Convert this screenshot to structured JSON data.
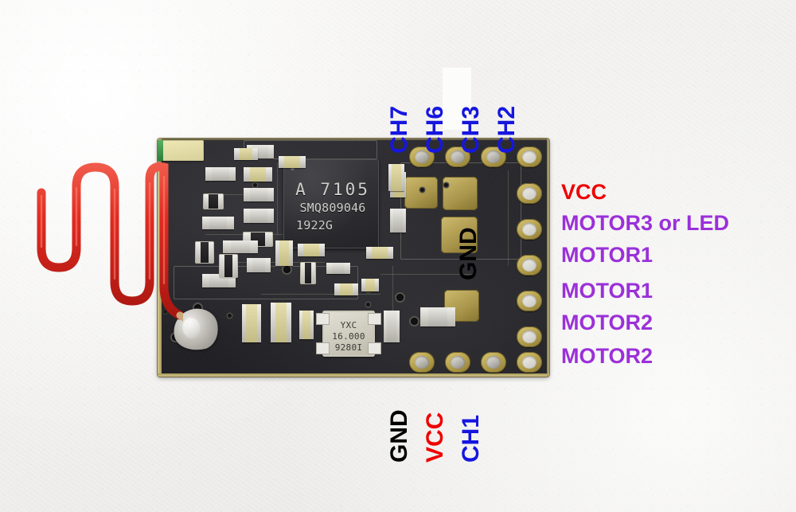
{
  "image": {
    "subject": "A7105 2.4GHz RC receiver PCB with pinout annotations",
    "background_color": "#f4f3f1"
  },
  "board": {
    "soldermask_color": "#252529",
    "pad_color": "#b9a44f",
    "fr4_edge_color": "#bdb173",
    "main_ic": {
      "line1": "A 7105",
      "line2": "SMQ809046",
      "line3": "1922G"
    },
    "crystal": {
      "line1": "YXC",
      "line2": "16.000",
      "line3": "9280I"
    },
    "onboard_label": {
      "text": "GND",
      "color": "#000000"
    }
  },
  "antenna": {
    "color": "#e02a20",
    "shape": "serpentine-wire"
  },
  "labels": {
    "top": [
      {
        "text": "CH7",
        "color": "#1616e0"
      },
      {
        "text": "CH6",
        "color": "#1616e0"
      },
      {
        "text": "CH3",
        "color": "#1616e0"
      },
      {
        "text": "CH2",
        "color": "#1616e0"
      }
    ],
    "right": [
      {
        "text": "VCC",
        "color": "#ee0000"
      },
      {
        "text": "MOTOR3 or LED",
        "color": "#9b30d9"
      },
      {
        "text": "MOTOR1",
        "color": "#9b30d9"
      },
      {
        "text": "MOTOR1",
        "color": "#9b30d9"
      },
      {
        "text": "MOTOR2",
        "color": "#9b30d9"
      },
      {
        "text": "MOTOR2",
        "color": "#9b30d9"
      }
    ],
    "bottom": [
      {
        "text": "GND",
        "color": "#000000"
      },
      {
        "text": "VCC",
        "color": "#ee0000"
      },
      {
        "text": "CH1",
        "color": "#1616e0"
      }
    ]
  }
}
